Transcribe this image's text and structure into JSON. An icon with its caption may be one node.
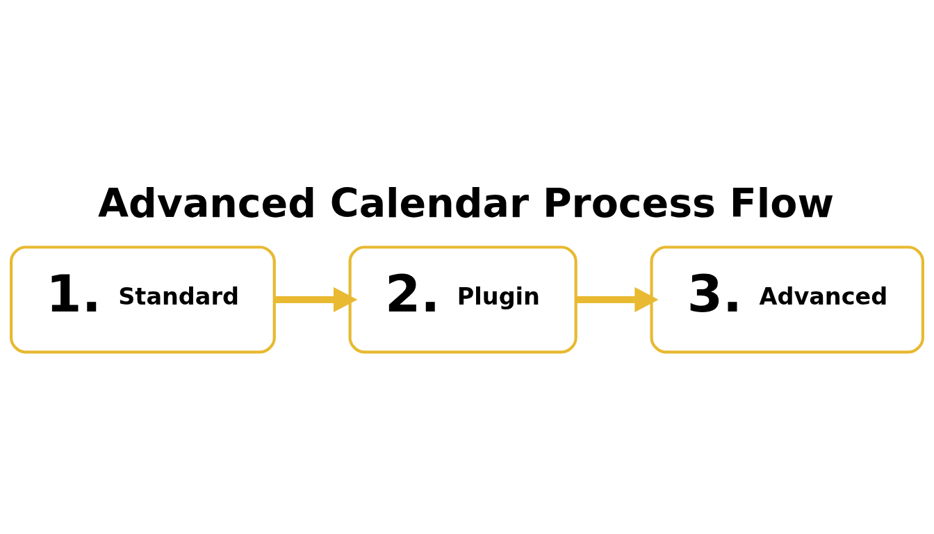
{
  "diagram": {
    "title": "Advanced Calendar Process Flow",
    "nodes": [
      {
        "text": [
          "1.",
          "Standard"
        ]
      },
      {
        "text": [
          "2.",
          "Plugin"
        ]
      },
      {
        "text": [
          "3.",
          "Advanced"
        ]
      }
    ],
    "edges": [
      {
        "from": 0,
        "to": 1,
        "arrow": "to"
      },
      {
        "from": 1,
        "to": 2,
        "arrow": "to"
      }
    ]
  }
}
